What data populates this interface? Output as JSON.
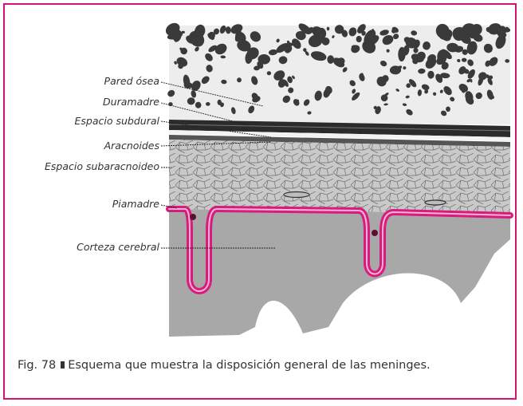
{
  "labels": {
    "pared_osea": "Pared ósea",
    "duramadre": "Duramadre",
    "espacio_subdural": "Espacio subdural",
    "aracnoides": "Aracnoides",
    "espacio_subaracnoideo": "Espacio subaracnoideo",
    "piamadre": "Piamadre",
    "corteza_cerebral": "Corteza cerebral"
  },
  "caption": {
    "figure_number": "Fig. 78",
    "text": "Esquema que muestra la disposición general de las meninges."
  },
  "colors": {
    "frame": "#d4137a",
    "piamadre": "#d81b7c",
    "cortex": "#a9a9a9",
    "dura": "#2a2a2a",
    "bone_cells": "#333333"
  }
}
